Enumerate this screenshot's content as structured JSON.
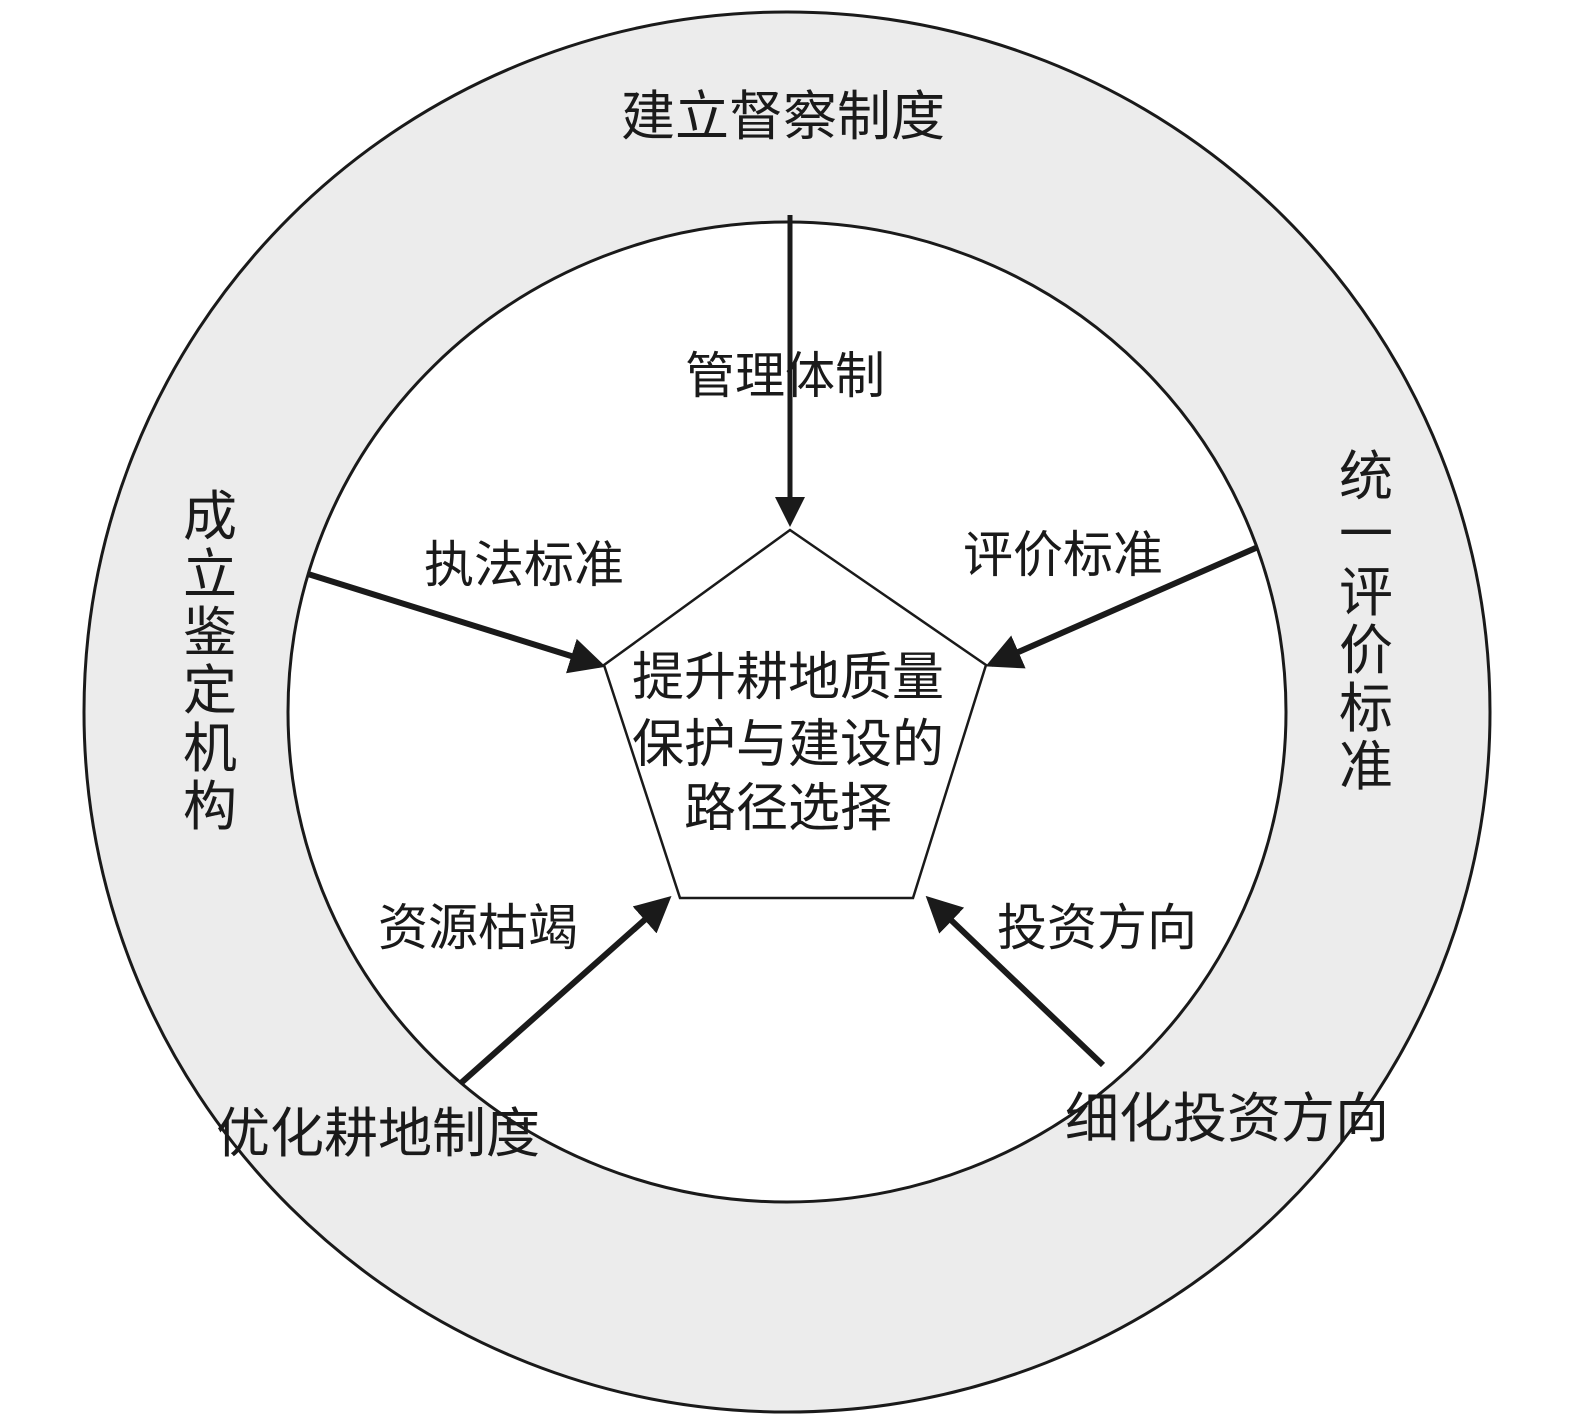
{
  "center": {
    "line1": "提升耕地质量",
    "line2": "保护与建设的",
    "line3": "路径选择"
  },
  "inner_labels": {
    "top": "管理体制",
    "upper_left": "执法标准",
    "upper_right": "评价标准",
    "lower_left": "资源枯竭",
    "lower_right": "投资方向"
  },
  "outer_labels": {
    "top": "建立督察制度",
    "left": "成立鉴定机构",
    "right": "统一评价标准",
    "bottom_left": "优化耕地制度",
    "bottom_right": "细化投资方向"
  },
  "colors": {
    "ring_fill": "#ececec",
    "inner_fill": "#ffffff",
    "stroke": "#1a1a1a"
  }
}
